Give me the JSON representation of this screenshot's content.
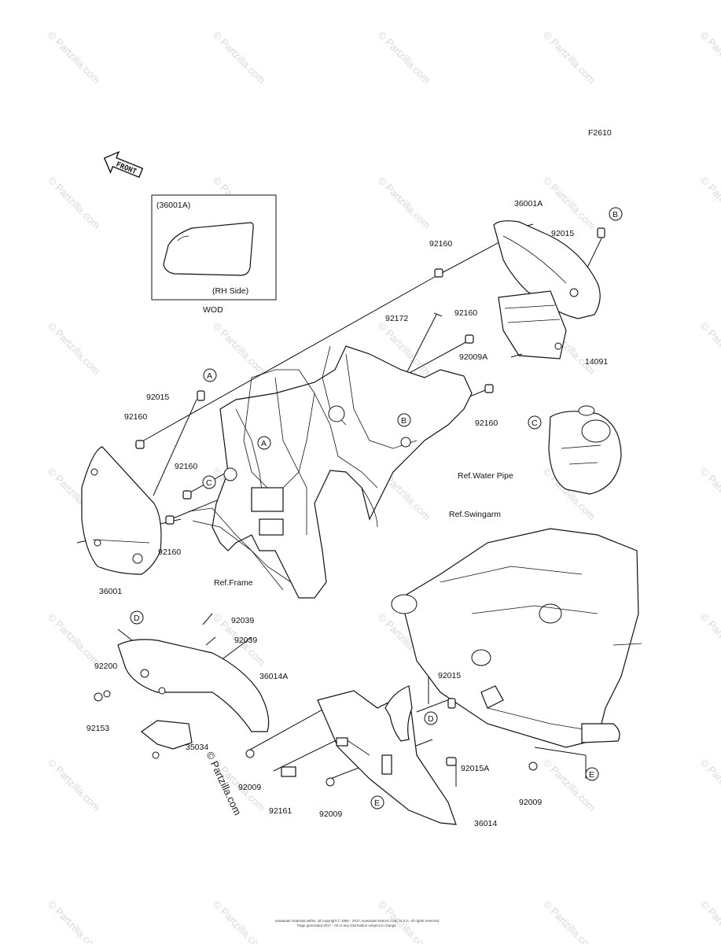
{
  "figure_id": "F2610",
  "front_label": "FRONT",
  "inset": {
    "part": "(36001A)",
    "side": "(RH Side)",
    "code": "WOD"
  },
  "refs": {
    "water_pipe": "Ref.Water Pipe",
    "swingarm": "Ref.Swingarm",
    "frame": "Ref.Frame"
  },
  "callouts": [
    "A",
    "B",
    "C",
    "D",
    "E"
  ],
  "part_labels": {
    "p36001A": "36001A",
    "p92015_b": "92015",
    "p92160_top": "92160",
    "p92172": "92172",
    "p92160_mid": "92160",
    "p92009A": "92009A",
    "p14091": "14091",
    "p92160_right": "92160",
    "p92015_a": "92015",
    "p92160_left": "92160",
    "p92160_c": "92160",
    "p92160_low": "92160",
    "p36001": "36001",
    "p92039_a": "92039",
    "p92039_b": "92039",
    "p92200": "92200",
    "p36014A": "36014A",
    "p92153": "92153",
    "p35034": "35034",
    "p92009_a": "92009",
    "p92161": "92161",
    "p92009_b": "92009",
    "p92015_d": "92015",
    "p92015A": "92015A",
    "p92009_c": "92009",
    "p36014": "36014"
  },
  "watermark": "© Partzilla.com",
  "center_watermark": "© Partzilla.com",
  "footer": {
    "line1": "Kawasaki materials within, all copyright © 1995 - 2017, Kawasaki Motors Corp, U.S.A. All rights reserved.",
    "line2": "Page generated 2017 - All or any information subject to change"
  }
}
